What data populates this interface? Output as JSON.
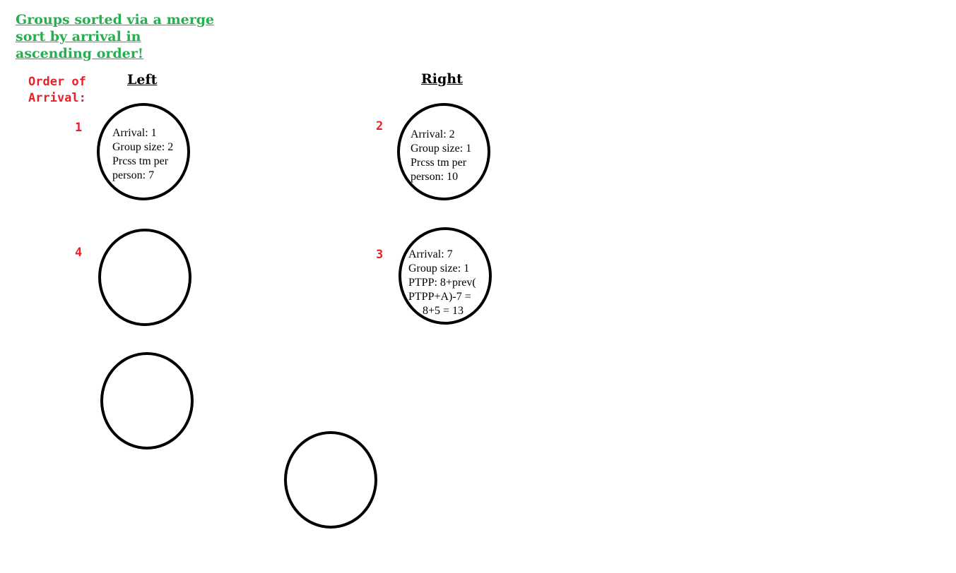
{
  "title": "Groups sorted via a merge sort by arrival in ascending order!",
  "order_label": "Order of Arrival:",
  "headers": {
    "left": "Left",
    "right": "Right"
  },
  "order_numbers": {
    "n1": "1",
    "n2": "2",
    "n3": "3",
    "n4": "4"
  },
  "nodes": {
    "left_1": {
      "lines": [
        "Arrival: 1",
        "Group size: 2",
        "Prcss tm per",
        "person: 7"
      ]
    },
    "right_2": {
      "lines": [
        "Arrival: 2",
        "Group size: 1",
        "Prcss tm per",
        "person: 10"
      ]
    },
    "right_3": {
      "lines": [
        "Arrival: 7",
        "Group size: 1",
        "PTPP: 8+prev(",
        "PTPP+A)-7 =",
        "8+5 = 13"
      ]
    }
  }
}
